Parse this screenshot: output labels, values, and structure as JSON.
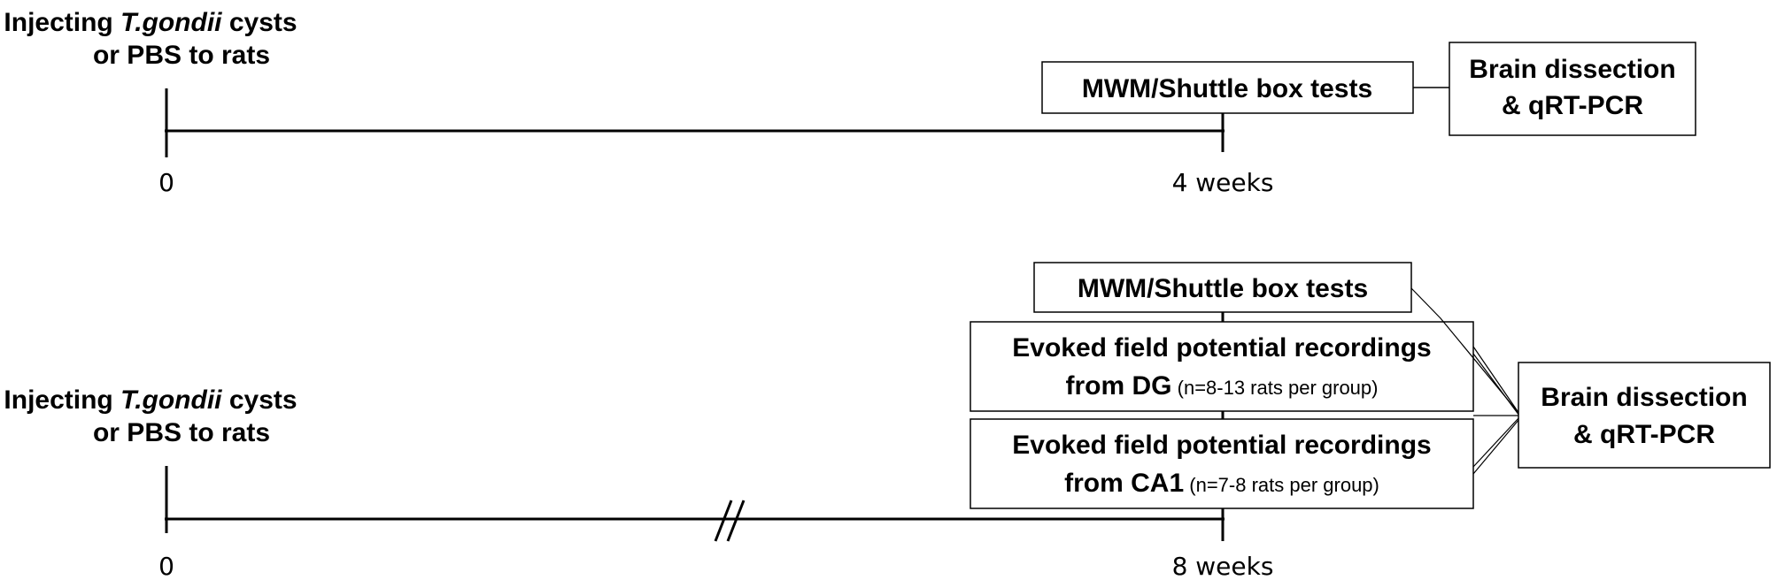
{
  "panel1": {
    "injection_line1_pre": "Injecting ",
    "injection_line1_italic": "T.gondii",
    "injection_line1_post": " cysts",
    "injection_line2": "or PBS to rats",
    "start_label": "0",
    "end_label": "4 weeks",
    "box_tests": "MWM/Shuttle box tests",
    "box_dissection_line1": "Brain dissection",
    "box_dissection_line2": "& qRT-PCR"
  },
  "panel2": {
    "injection_line1_pre": "Injecting ",
    "injection_line1_italic": "T.gondii",
    "injection_line1_post": " cysts",
    "injection_line2": "or PBS to rats",
    "start_label": "0",
    "end_label": "8 weeks",
    "box_tests": "MWM/Shuttle box tests",
    "box_dg_line1": "Evoked field potential recordings",
    "box_dg_line2_bold": "from DG",
    "box_dg_line2_note": " (n=8-13 rats per group)",
    "box_ca1_line1": "Evoked field potential recordings",
    "box_ca1_line2_bold": "from CA1",
    "box_ca1_line2_note": " (n=7-8 rats per group)",
    "box_dissection_line1": "Brain dissection",
    "box_dissection_line2": "& qRT-PCR"
  }
}
